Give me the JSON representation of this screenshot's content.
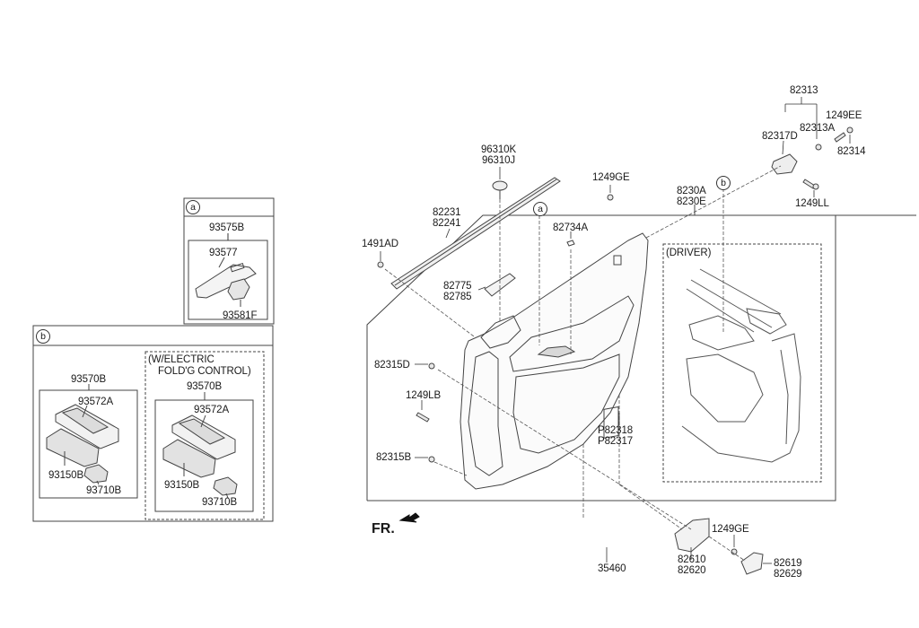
{
  "diagram": {
    "title": "Front Door Trim Panel Parts Diagram",
    "direction_marker": "FR.",
    "callouts": {
      "a": "a",
      "b": "b"
    },
    "inset_a": {
      "tag": "a",
      "assembly": "93575B",
      "parts": [
        "93577",
        "93581F"
      ]
    },
    "inset_b": {
      "tag": "b",
      "standard": {
        "assembly": "93570B",
        "parts": [
          "93572A",
          "93150B",
          "93710B"
        ]
      },
      "electric_folding": {
        "note_line1": "(W/ELECTRIC",
        "note_line2": "FOLD'G CONTROL)",
        "assembly": "93570B",
        "parts": [
          "93572A",
          "93150B",
          "93710B"
        ]
      }
    },
    "driver_note": "(DRIVER)",
    "labels": {
      "l_82313": "82313",
      "l_1249EE": "1249EE",
      "l_82313A": "82313A",
      "l_82317D": "82317D",
      "l_82314": "82314",
      "l_1249LL": "1249LL",
      "l_96310K": "96310K",
      "l_96310J": "96310J",
      "l_1249GE_top": "1249GE",
      "l_8230A": "8230A",
      "l_8230E": "8230E",
      "l_82231": "82231",
      "l_82241": "82241",
      "l_82734A": "82734A",
      "l_1491AD": "1491AD",
      "l_82775": "82775",
      "l_82785": "82785",
      "l_82315D": "82315D",
      "l_1249LB": "1249LB",
      "l_82315B": "82315B",
      "l_P82318": "P82318",
      "l_P82317": "P82317",
      "l_35460": "35460",
      "l_82610": "82610",
      "l_82620": "82620",
      "l_1249GE_bottom": "1249GE",
      "l_82619": "82619",
      "l_82629": "82629"
    }
  }
}
